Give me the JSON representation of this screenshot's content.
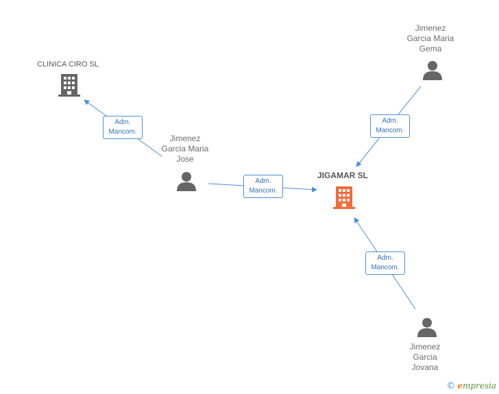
{
  "nodes": {
    "clinica": {
      "name": "CLINICA CIRO SL"
    },
    "jigamar": {
      "name": "JIGAMAR SL"
    },
    "jose": {
      "line1": "Jimenez",
      "line2": "Garcia Maria",
      "line3": "Jose"
    },
    "gema": {
      "line1": "Jimenez",
      "line2": "Garcia Maria",
      "line3": "Gema"
    },
    "jovana": {
      "line1": "Jimenez",
      "line2": "Garcia",
      "line3": "Jovana"
    }
  },
  "edges": {
    "jose_clinica": {
      "line1": "Adm.",
      "line2": "Mancom."
    },
    "jose_jigamar": {
      "line1": "Adm.",
      "line2": "Mancom."
    },
    "gema_jigamar": {
      "line1": "Adm.",
      "line2": "Mancom."
    },
    "jovana_jigamar": {
      "line1": "Adm.",
      "line2": "Mancom."
    }
  },
  "colors": {
    "edge": "#4a8fd8",
    "company_main": "#f26b3a",
    "company_other": "#666666",
    "person": "#666666"
  },
  "icons": {
    "company": "building-icon",
    "person": "person-icon"
  },
  "brand": {
    "copyright": "©",
    "name_initial": "e",
    "name_rest": "mpresia"
  }
}
